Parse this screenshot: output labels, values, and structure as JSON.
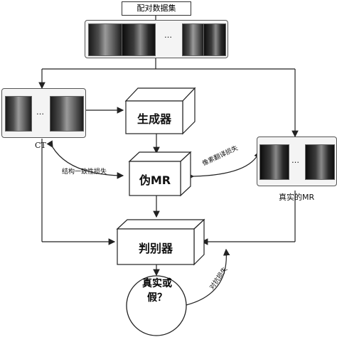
{
  "title": "配对数据集",
  "ellipsis": "…",
  "nodes": {
    "generator": "生成器",
    "fake_mr": "伪MR",
    "discriminator": "判别器",
    "decision_line1": "真实或",
    "decision_line2": "假？"
  },
  "labels": {
    "ct": "CT",
    "real_mr": "真实的MR",
    "structure_loss": "结构一致性损失",
    "pixel_loss": "像素翻译损失",
    "adversarial_loss": "对抗损失"
  }
}
